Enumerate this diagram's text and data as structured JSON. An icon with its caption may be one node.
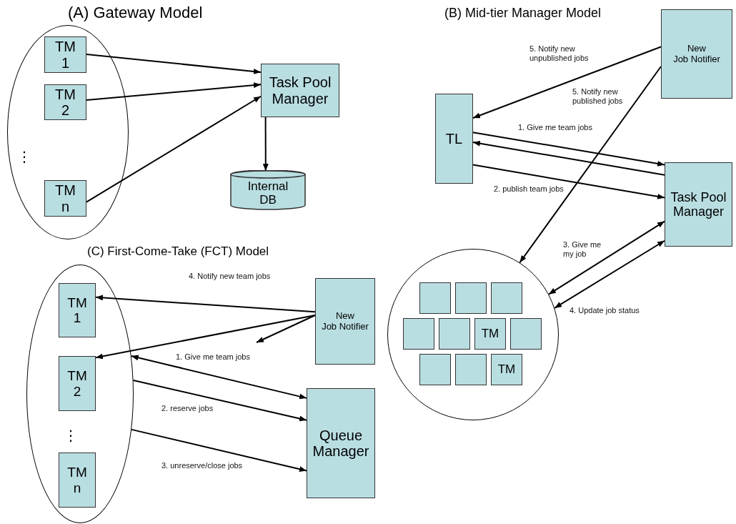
{
  "diagram": {
    "nodes": [
      {
        "text": [],
        "shape": "ellipse"
      },
      {
        "text": [
          "TM 1"
        ],
        "in": 0
      },
      {
        "text": [
          "TM 2"
        ],
        "in": 0
      },
      {
        "text": [
          "TM n"
        ],
        "in": 0
      },
      {
        "text": [
          "Task Pool Manager"
        ]
      },
      {
        "text": [
          "Internal DB"
        ]
      },
      {
        "text": [
          "New Job Notifier"
        ]
      },
      {
        "text": [
          "TL"
        ]
      },
      {
        "text": [
          "Task Pool Manager"
        ]
      },
      {
        "text": [],
        "shape": "circle"
      },
      {
        "text": [],
        "shape": "box",
        "in": 9
      },
      {
        "text": [],
        "shape": "box",
        "in": 9
      },
      {
        "text": [],
        "shape": "box",
        "in": 9
      },
      {
        "text": [],
        "shape": "box",
        "in": 9
      },
      {
        "text": [],
        "shape": "box",
        "in": 9
      },
      {
        "text": [
          "TM"
        ],
        "in": 9
      },
      {
        "text": [],
        "shape": "box",
        "in": 9
      },
      {
        "text": [],
        "shape": "box",
        "in": 9
      },
      {
        "text": [],
        "shape": "box",
        "in": 9
      },
      {
        "text": [
          "TM"
        ],
        "in": 9
      },
      {
        "text": [],
        "shape": "ellipse"
      },
      {
        "text": [
          "TM 1"
        ],
        "in": 20
      },
      {
        "text": [
          "TM 2"
        ],
        "in": 20
      },
      {
        "text": [
          "TM n"
        ],
        "in": 20
      },
      {
        "text": [
          "New Job Notifier"
        ]
      },
      {
        "text": [
          "Queue Manager"
        ]
      }
    ],
    "edges": [
      {
        "from": 1,
        "to": 4,
        "arrow": "to"
      },
      {
        "from": 2,
        "to": 4,
        "arrow": "to"
      },
      {
        "from": 3,
        "to": 4,
        "arrow": "to"
      },
      {
        "from": 4,
        "to": 5,
        "arrow": "to"
      },
      {
        "from": 6,
        "to": 7,
        "arrow": "to",
        "label": "5. Notify new unpublished jobs"
      },
      {
        "from": 6,
        "to": 9,
        "arrow": "to",
        "label": "5. Notify new published jobs"
      },
      {
        "from": 7,
        "to": 8,
        "arrow": "to",
        "label": "1. Give me team jobs"
      },
      {
        "from": 8,
        "to": 7,
        "arrow": "to"
      },
      {
        "from": 7,
        "to": 8,
        "arrow": "to",
        "label": "2. publish team jobs"
      },
      {
        "from": 9,
        "to": 8,
        "arrow": "both",
        "label": "3. Give me my job"
      },
      {
        "from": 9,
        "to": 8,
        "arrow": "both",
        "label": "4. Update job status"
      },
      {
        "from": 24,
        "to": 21,
        "arrow": "to",
        "label": "4. Notify new team jobs"
      },
      {
        "from": 24,
        "to": 22,
        "arrow": "to"
      },
      {
        "from": 24,
        "to": null,
        "arrow": "to"
      },
      {
        "from": 20,
        "to": 25,
        "arrow": "both",
        "label": "1. Give me team jobs"
      },
      {
        "from": 20,
        "to": 25,
        "arrow": "to",
        "label": "2. reserve jobs"
      },
      {
        "from": 20,
        "to": 25,
        "arrow": "to",
        "label": "3. unreserve/close jobs"
      }
    ],
    "labels": [
      "(A) Gateway Model",
      "⋮",
      "(B) Mid-tier Manager Model",
      "(C) First-Come-Take (FCT) Model",
      "⋮"
    ]
  }
}
